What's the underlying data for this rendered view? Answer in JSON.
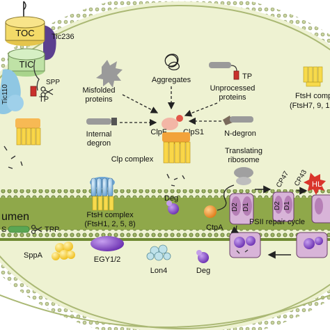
{
  "labels": {
    "toc": "TOC",
    "tic": "TIC",
    "tic236": "Tic236",
    "tic110": "Tic110",
    "spp": "SPP",
    "tp_left": "TP",
    "misfolded_l1": "Misfolded",
    "misfolded_l2": "proteins",
    "aggregates": "Aggregates",
    "tp_right": "TP",
    "unprocessed_l1": "Unprocessed",
    "unprocessed_l2": "proteins",
    "internal_l1": "Internal",
    "internal_l2": "degron",
    "clpf": "ClpF",
    "clps1": "ClpS1",
    "ndegron": "N-degron",
    "clp_complex": "Clp complex",
    "translating_l1": "Translating",
    "translating_l2": "ribosome",
    "ftsh_right_l1": "FtsH comp",
    "ftsh_right_l2": "(FtsH7, 9, 1",
    "lumen": "umen",
    "s": "S",
    "tpp": "TPP",
    "ftsh_center_l1": "FtsH complex",
    "ftsh_center_l2": "(FtsH1, 2, 5, 8)",
    "deg_top": "Deg",
    "ctpa": "CtpA",
    "cp47": "CP47",
    "cp43": "CP43",
    "hl": "HL",
    "d2_a": "D2",
    "d1_a": "D1",
    "d2_b": "D2",
    "d1_b": "D1",
    "psii_repair": "PSII repair cycle",
    "sppa": "SppA",
    "egy": "EGY1/2",
    "lon4": "Lon4",
    "deg_bottom": "Deg"
  },
  "colors": {
    "stroma": "#eef2d2",
    "thylakoid_band": "#6f8a33",
    "lumen": "#8fa84a",
    "envelope": "#9db063",
    "toc": "#f3da68",
    "tic": "#bfe2a6",
    "tic110": "#8fc7e3",
    "tic236": "#5b3f8f",
    "clp_orange": "#f2a33a",
    "clp_yellow": "#f9d648",
    "ftsh_blue": "#8ec0e6",
    "ftsh_yellow": "#f7da4c",
    "d1_d2": "#b67fb6",
    "hl_red": "#d9352b",
    "deg_purple": "#7c3cc4",
    "ctpa_orange": "#f09a3a",
    "lon_cyan": "#bfe2ea",
    "egy_purple": "#6b2fa3",
    "tp_red": "#c9302c",
    "protein_gray": "#9a9a9a"
  },
  "icons": [
    "scissors-icon",
    "ribosome-icon",
    "proteasome-icon"
  ]
}
